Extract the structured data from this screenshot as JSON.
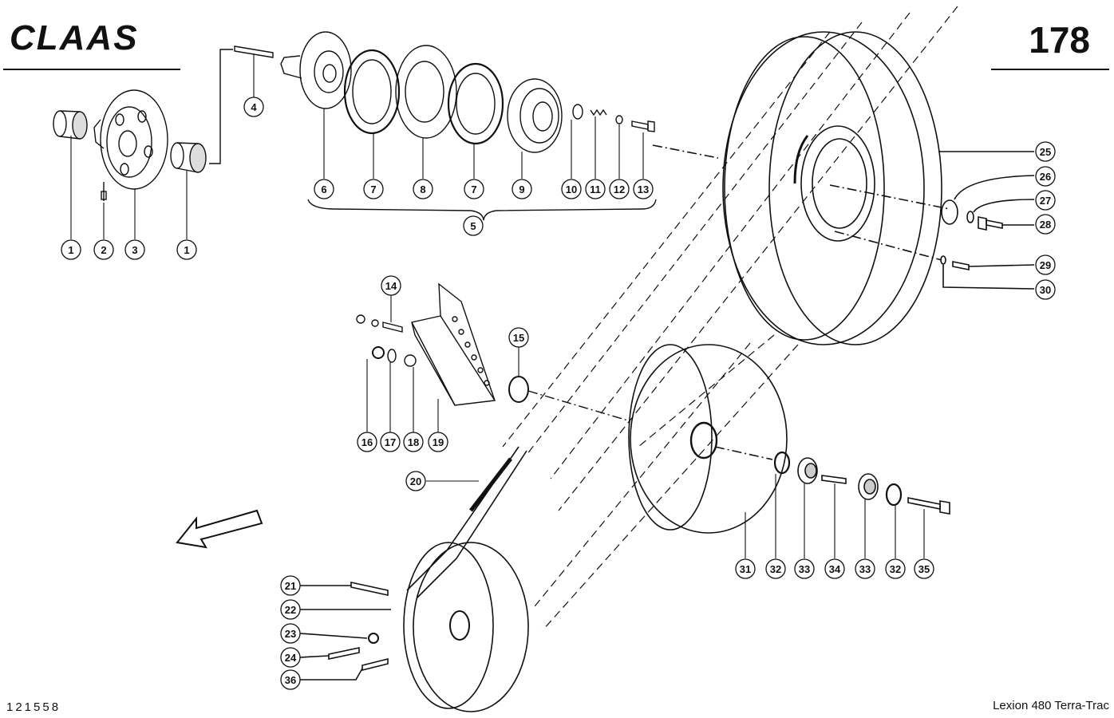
{
  "header": {
    "brand": "CLAAS",
    "page_number": "178"
  },
  "footer": {
    "drawing_number": "121558",
    "model": "Lexion 480 Terra-Trac"
  },
  "callouts": [
    "1",
    "2",
    "3",
    "1",
    "4",
    "6",
    "7",
    "8",
    "7",
    "9",
    "10",
    "11",
    "12",
    "13",
    "5",
    "25",
    "26",
    "27",
    "28",
    "29",
    "30",
    "14",
    "15",
    "16",
    "17",
    "18",
    "19",
    "20",
    "31",
    "32",
    "33",
    "34",
    "33",
    "32",
    "35",
    "21",
    "22",
    "23",
    "24",
    "36"
  ],
  "colors": {
    "ink": "#111111",
    "paper": "#ffffff"
  }
}
